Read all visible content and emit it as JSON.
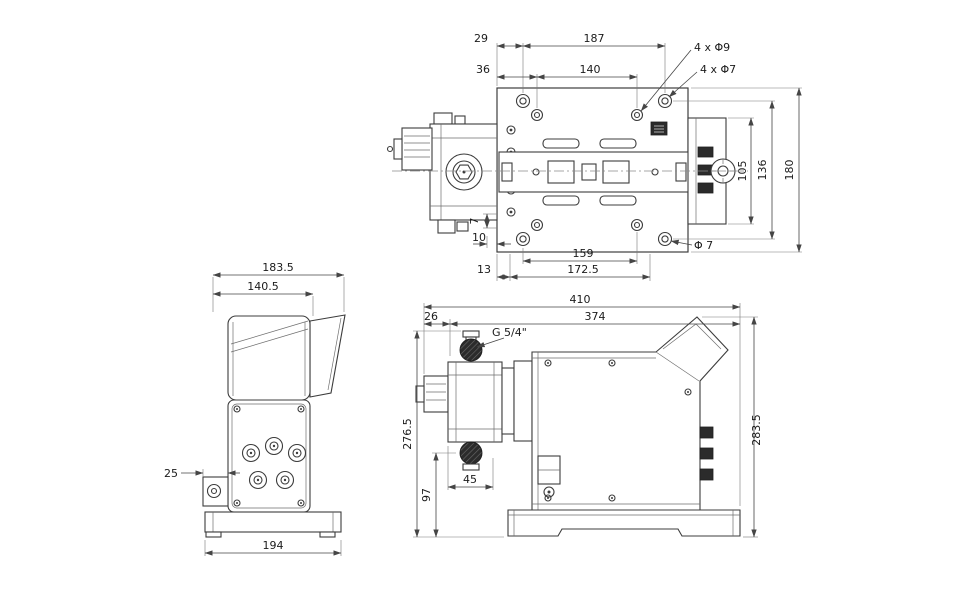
{
  "colors": {
    "line": "#3c3c3c",
    "dark_fill": "#2b2b2b",
    "background": "#ffffff"
  },
  "drawing": {
    "views": {
      "top": {
        "dims": {
          "d29": "29",
          "d187": "187",
          "d36": "36",
          "d140": "140",
          "holes_d9": "4 x Φ9",
          "holes_d7": "4 x Φ7",
          "d105": "105",
          "d136": "136",
          "d180": "180",
          "d7": "7",
          "d10": "10",
          "d159": "159",
          "d172_5": "172.5",
          "d13": "13",
          "dia7": "Φ 7"
        }
      },
      "front": {
        "dims": {
          "d183_5": "183.5",
          "d140_5": "140.5",
          "d25": "25",
          "d194": "194"
        }
      },
      "side": {
        "dims": {
          "d410": "410",
          "d374": "374",
          "d26": "26",
          "g54": "G 5/4\"",
          "d276_5": "276.5",
          "d97": "97",
          "d45": "45",
          "d283_5": "283.5"
        }
      }
    }
  }
}
